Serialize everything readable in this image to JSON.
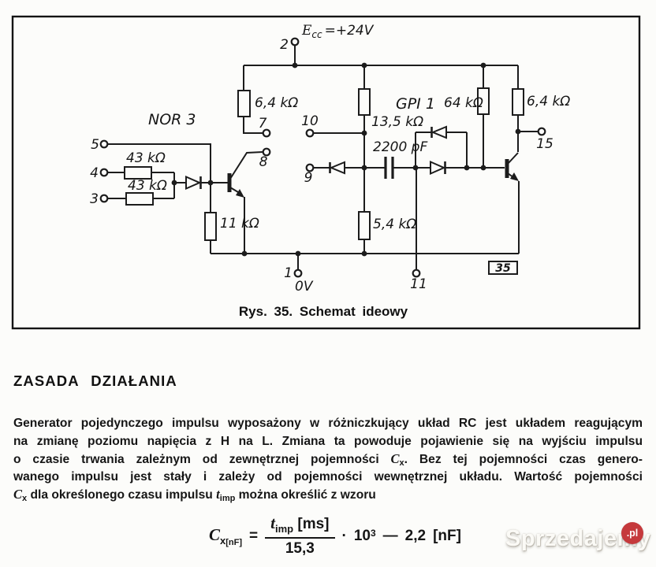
{
  "figure": {
    "caption": "Rys. 35. Schemat ideowy",
    "frame_number": "35",
    "supply": {
      "sym": "E",
      "sub": "cc",
      "val": "=+24V"
    },
    "labels": {
      "nor": "NOR 3",
      "gpi": "GPI 1",
      "gnd": "0V",
      "r_6k4_left": "6,4 kΩ",
      "r_43_a": "43 kΩ",
      "r_43_b": "43 kΩ",
      "r_11k": "11 kΩ",
      "r_13k5": "13,5 kΩ",
      "c_2200": "2200 pF",
      "r_5k4": "5,4 kΩ",
      "r_64k": "64 kΩ",
      "r_6k4_right": "6,4 kΩ"
    },
    "terminals": {
      "t1": "1",
      "t2": "2",
      "t3": "3",
      "t4": "4",
      "t5": "5",
      "t7": "7",
      "t8": "8",
      "t9": "9",
      "t10": "10",
      "t11": "11",
      "t15": "15"
    }
  },
  "section": {
    "heading": "ZASADA DZIAŁANIA",
    "lines": [
      [
        {
          "text": "Generator pojedynczego impulsu wyposażony w różniczkujący układ RC jest układem reagującym"
        }
      ],
      [
        {
          "text": "na zmianę poziomu napięcia z H na L. Zmiana ta powoduje pojawienie się na wyjściu impulsu"
        }
      ],
      [
        {
          "text": "o czasie trwania zależnym od zewnętrznej pojemności "
        },
        {
          "text": "C",
          "style": "it"
        },
        {
          "text": "x",
          "style": "sub"
        },
        {
          "text": ". Bez tej pojemności czas genero-"
        }
      ],
      [
        {
          "text": "wanego impulsu jest stały i zależy od pojemności wewnętrznej układu. Wartość pojemności"
        }
      ],
      [
        {
          "text": "C",
          "style": "it"
        },
        {
          "text": "x",
          "style": "sub"
        },
        {
          "text": " dla określonego czasu impulsu "
        },
        {
          "text": "t",
          "style": "it"
        },
        {
          "text": "imp",
          "style": "sub"
        },
        {
          "text": " można określić z wzoru"
        }
      ]
    ]
  },
  "formula": {
    "lhs": "C",
    "lhs_sub": "x",
    "lhs_sub2": "[nF]",
    "eq": "=",
    "num_t": "t",
    "num_sub": "imp",
    "num_unit": "[ms]",
    "den": "15,3",
    "mult": "·",
    "base": "10",
    "exp": "3",
    "minus": "—",
    "const": "2,2",
    "unit": "[nF]"
  },
  "watermark": {
    "text": "Sprzedajemy",
    "badge": ".pl"
  },
  "colors": {
    "ink": "#1c1c1c",
    "paper": "#fcfcfa",
    "badge_red": "#c5393c"
  }
}
